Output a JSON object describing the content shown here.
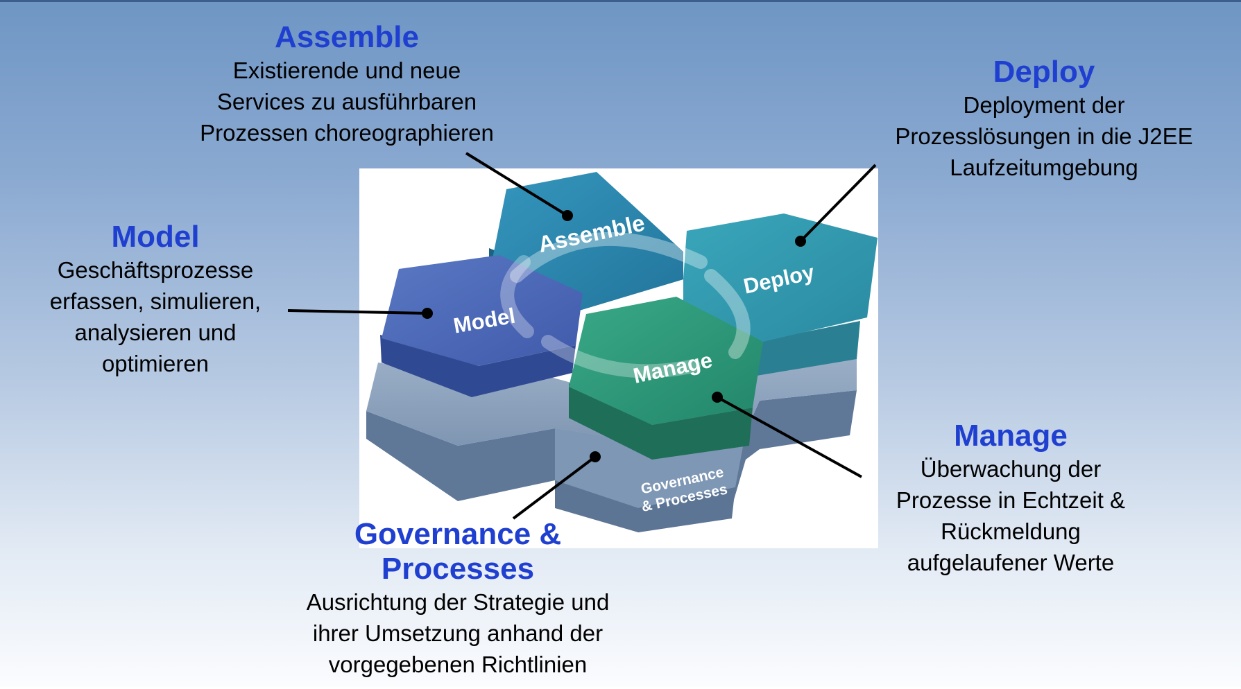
{
  "blocks": {
    "assemble": {
      "title": "Assemble",
      "lines": [
        "Existierende und neue",
        "Services zu ausführbaren",
        "Prozessen choreographieren"
      ]
    },
    "deploy": {
      "title": "Deploy",
      "lines": [
        "Deployment der",
        "Prozesslösungen in die J2EE",
        "Laufzeitumgebung"
      ]
    },
    "model": {
      "title": "Model",
      "lines": [
        "Geschäftsprozesse",
        "erfassen, simulieren,",
        "analysieren und",
        "optimieren"
      ]
    },
    "manage": {
      "title": "Manage",
      "lines": [
        "Überwachung der",
        "Prozesse in Echtzeit &",
        "Rückmeldung",
        "aufgelaufener Werte"
      ]
    },
    "governance": {
      "title_lines": [
        "Governance &",
        "Processes"
      ],
      "lines": [
        "Ausrichtung der Strategie und",
        "ihrer Umsetzung anhand der",
        "vorgegebenen Richtlinien"
      ]
    }
  },
  "hex_labels": {
    "assemble": "Assemble",
    "deploy": "Deploy",
    "model": "Model",
    "manage": "Manage",
    "governance_1": "Governance",
    "governance_2": "& Processes"
  },
  "colors": {
    "title": "#1f3fd0",
    "assemble_hex": "#2b86ad",
    "deploy_hex": "#2f9bb0",
    "model_hex": "#4a67b8",
    "manage_hex": "#2f9a78",
    "governance_hex": "#7f96b4"
  }
}
